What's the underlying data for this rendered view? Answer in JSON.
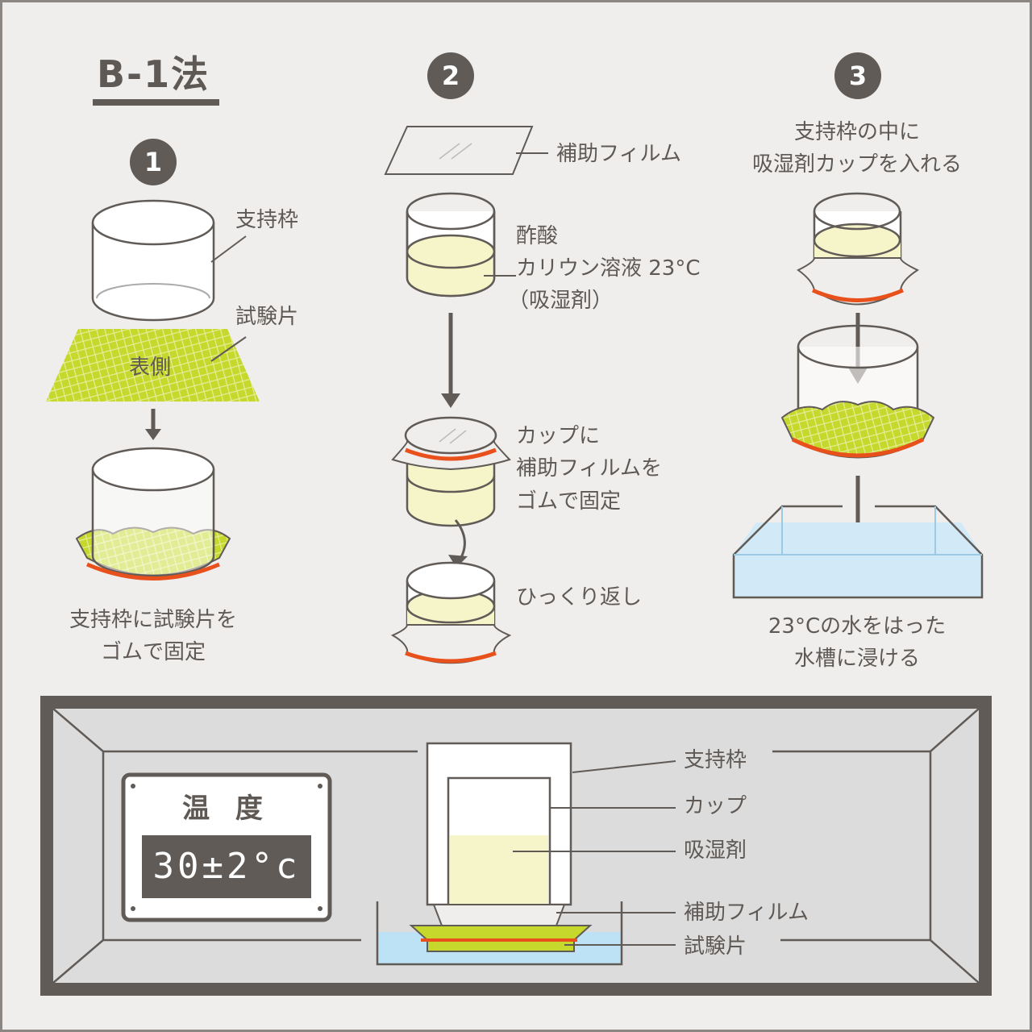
{
  "title": "B-1法",
  "colors": {
    "background": "#efeeec",
    "text": "#5f5955",
    "specimen": "#c5d82b",
    "desiccant": "#f6f4c9",
    "rubber": "#e8501c",
    "water": "#d2eaf7"
  },
  "step1": {
    "number": "1",
    "frame_label": "支持枠",
    "specimen_label": "試験片",
    "face_label": "表側",
    "caption_lines": [
      "支持枠に試験片を",
      "ゴムで固定"
    ]
  },
  "step2": {
    "number": "2",
    "film_label": "補助フィルム",
    "solution_lines": [
      "酢酸",
      "カリウン溶液 23°C",
      "（吸湿剤）"
    ],
    "fix_lines": [
      "カップに",
      "補助フィルムを",
      "ゴムで固定"
    ],
    "flip_label": "ひっくり返し"
  },
  "step3": {
    "number": "3",
    "instruction_lines": [
      "支持枠の中に",
      "吸湿剤カップを入れる"
    ],
    "caption_lines": [
      "23°Cの水をはった",
      "水槽に浸ける"
    ]
  },
  "chamber": {
    "temp_label": "温 度",
    "temp_value": "30±2°c",
    "labels": [
      "支持枠",
      "カップ",
      "吸湿剤",
      "補助フィルム",
      "試験片"
    ]
  }
}
